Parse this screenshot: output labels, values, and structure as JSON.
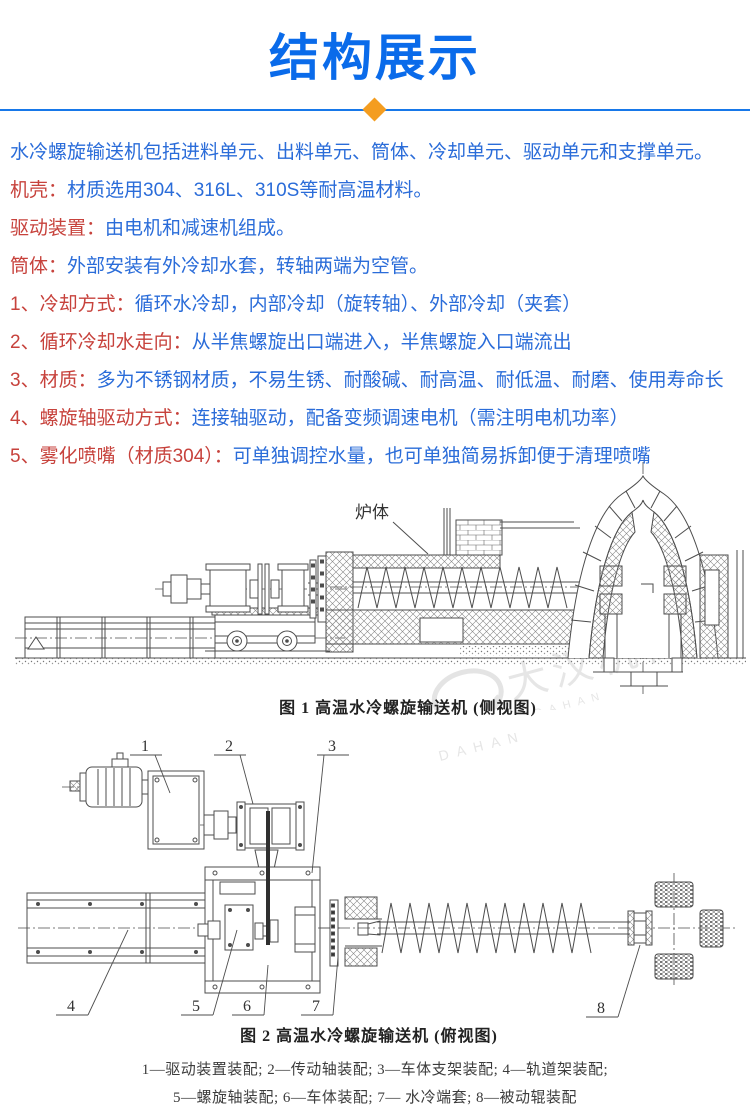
{
  "colors": {
    "title_blue": "#0a6bea",
    "body_blue": "#2a6cd9",
    "label_red": "#c7423c",
    "divider_blue": "#1778e9",
    "diamond_orange": "#f49d20",
    "drawing_stroke": "#4d4d4d"
  },
  "header": {
    "title": "结构展示"
  },
  "intro": "水冷螺旋输送机包括进料单元、出料单元、筒体、冷却单元、驱动单元和支撑单元。",
  "specs": [
    {
      "label": "机壳：",
      "text": "材质选用304、316L、310S等耐高温材料。"
    },
    {
      "label": "驱动装置：",
      "text": "由电机和减速机组成。"
    },
    {
      "label": "筒体：",
      "text": "外部安装有外冷却水套，转轴两端为空管。"
    }
  ],
  "features": [
    {
      "label": "1、冷却方式：",
      "text": "循环水冷却，内部冷却（旋转轴）、外部冷却（夹套）"
    },
    {
      "label": "2、循环冷却水走向：",
      "text": "从半焦螺旋出口端进入，半焦螺旋入口端流出"
    },
    {
      "label": "3、材质：",
      "text": "多为不锈钢材质，不易生锈、耐酸碱、耐高温、耐低温、耐磨、使用寿命长"
    },
    {
      "label": "4、螺旋轴驱动方式：",
      "text": "连接轴驱动，配备变频调速电机（需注明电机功率）"
    },
    {
      "label": "5、雾化喷嘴（材质304）：",
      "text": "可单独调控水量，也可单独简易拆卸便于清理喷嘴"
    }
  ],
  "figure1": {
    "furnace_label": "炉体",
    "caption": "图 1  高温水冷螺旋输送机 (侧视图)"
  },
  "figure2": {
    "caption": "图 2  高温水冷螺旋输送机 (俯视图)",
    "callouts": [
      "1",
      "2",
      "3",
      "4",
      "5",
      "6",
      "7",
      "8"
    ]
  },
  "legend": {
    "line1": "1—驱动装置装配; 2—传动轴装配; 3—车体支架装配; 4—轨道架装配;",
    "line2": "5—螺旋轴装配; 6—车体装配; 7— 水冷端套; 8—被动辊装配"
  },
  "watermark": {
    "text": "大汉机械",
    "sub": "DAHAN"
  }
}
